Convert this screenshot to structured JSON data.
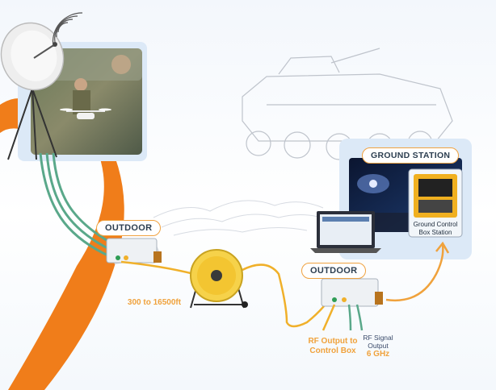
{
  "labels": {
    "outdoor_1": "OUTDOOR",
    "outdoor_2": "OUTDOOR",
    "ground_station": "GROUND STATION",
    "cable_length": "300 to 16500ft",
    "rf_output_line1": "RF Output to",
    "rf_output_line2": "Control Box",
    "rf_signal_line1": "RF Signal",
    "rf_signal_line2": "Output",
    "rf_signal_freq": "6 GHz",
    "gcs_line1": "Ground Control",
    "gcs_line2": "Box Station"
  },
  "colors": {
    "accent_orange": "#f0a23c",
    "swoosh_orange": "#f07d1a",
    "cable_green": "#5aa88a",
    "cable_yellow": "#f0b02a",
    "panel_blue": "#dce9f7"
  },
  "icons": [
    "satellite-dish-icon",
    "signal-waves-icon",
    "drone-icon",
    "armored-vehicle-icon",
    "fiber-reel-icon",
    "converter-box-icon",
    "arrow-up-icon"
  ]
}
